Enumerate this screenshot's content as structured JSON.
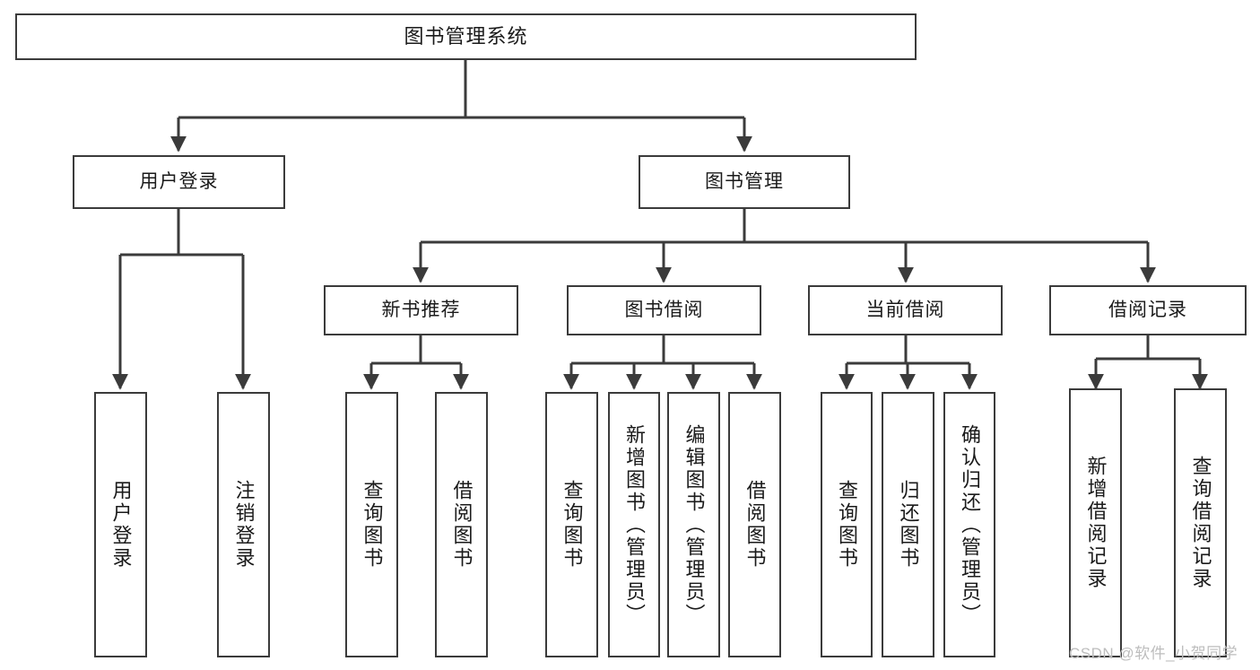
{
  "diagram": {
    "type": "tree",
    "title": "图书管理系统",
    "watermark": "CSDN @软件_小贺同学",
    "colors": {
      "box_border": "#3b3b3b",
      "box_fill": "#ffffff",
      "connector": "#3b3b3b",
      "text": "#1a1a1a",
      "watermark": "#bdbdbd"
    },
    "nodes": {
      "root": {
        "label": "图书管理系统"
      },
      "level2": [
        {
          "id": "user-login",
          "label": "用户登录"
        },
        {
          "id": "book-manage",
          "label": "图书管理"
        }
      ],
      "level3": [
        {
          "id": "new-book-recommend",
          "label": "新书推荐"
        },
        {
          "id": "book-borrow",
          "label": "图书借阅"
        },
        {
          "id": "current-borrow",
          "label": "当前借阅"
        },
        {
          "id": "borrow-record",
          "label": "借阅记录"
        }
      ],
      "leaves": {
        "user_login": [
          {
            "id": "leaf-user-login",
            "label": "用户登录"
          },
          {
            "id": "leaf-logout",
            "label": "注销登录"
          }
        ],
        "new_book_recommend": [
          {
            "id": "leaf-query-book-1",
            "label": "查询图书"
          },
          {
            "id": "leaf-borrow-book-1",
            "label": "借阅图书"
          }
        ],
        "book_borrow": [
          {
            "id": "leaf-query-book-2",
            "label": "查询图书"
          },
          {
            "id": "leaf-add-book-admin",
            "label": "新增图书（管理员）"
          },
          {
            "id": "leaf-edit-book-admin",
            "label": "编辑图书（管理员）"
          },
          {
            "id": "leaf-borrow-book-2",
            "label": "借阅图书"
          }
        ],
        "current_borrow": [
          {
            "id": "leaf-query-book-3",
            "label": "查询图书"
          },
          {
            "id": "leaf-return-book",
            "label": "归还图书"
          },
          {
            "id": "leaf-confirm-return-admin",
            "label": "确认归还（管理员）"
          }
        ],
        "borrow_record": [
          {
            "id": "leaf-add-borrow-record",
            "label": "新增借阅记录"
          },
          {
            "id": "leaf-query-borrow-record",
            "label": "查询借阅记录"
          }
        ]
      }
    }
  }
}
